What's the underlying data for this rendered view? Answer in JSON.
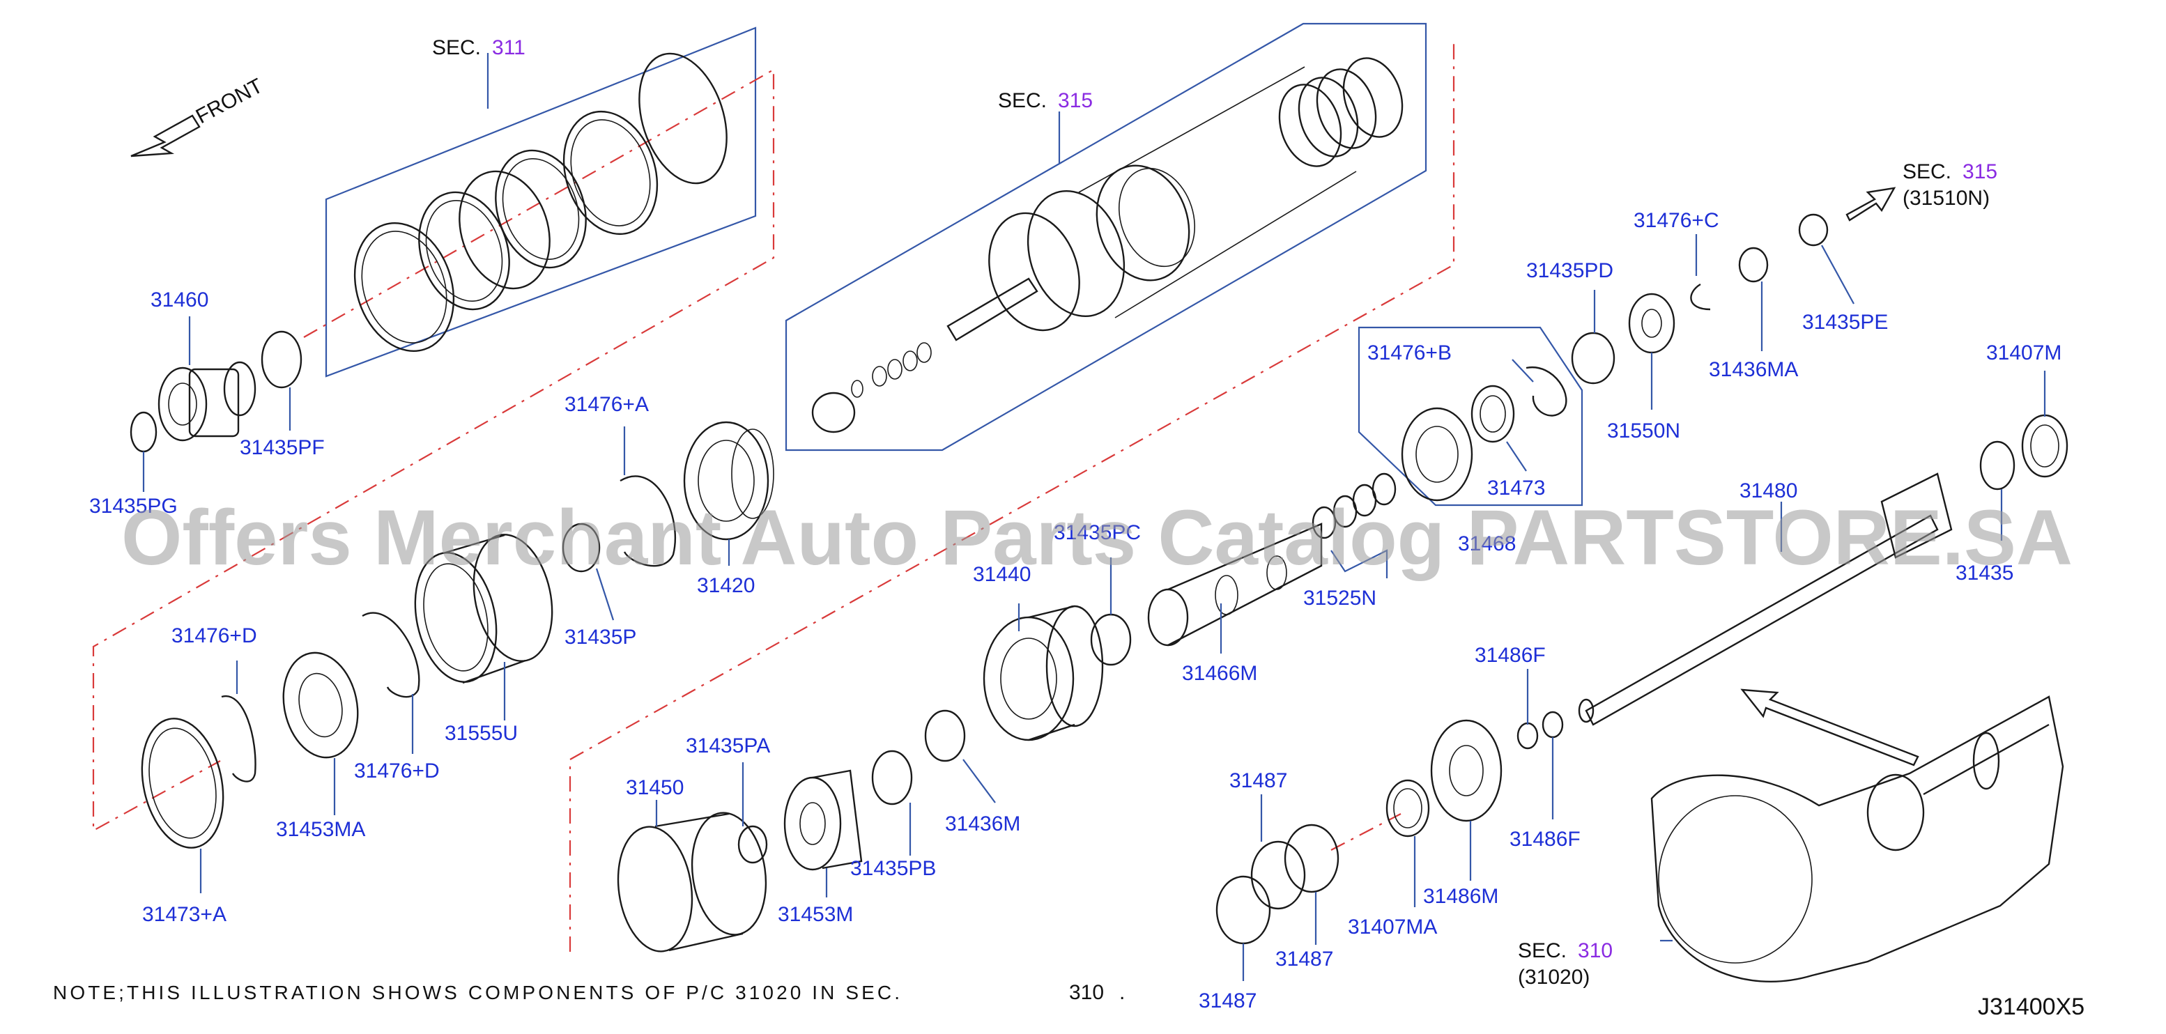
{
  "colors": {
    "label_blue": "#1d2fd6",
    "section_purple": "#8a2be2",
    "leader_blue": "#3457a8",
    "phantom_red": "#d93a3a",
    "drawing": "#1a1a1a",
    "watermark": "#9a9a9a"
  },
  "front_indicator": {
    "label": "FRONT",
    "icon": "front-arrow-icon"
  },
  "sections": [
    {
      "prefix": "SEC.",
      "number": "311",
      "sub": ""
    },
    {
      "prefix": "SEC.",
      "number": "315",
      "sub": ""
    },
    {
      "prefix": "SEC.",
      "number": "315",
      "sub": "(31510N)"
    },
    {
      "prefix": "SEC.",
      "number": "310",
      "sub": "(31020)"
    }
  ],
  "part_labels": [
    "31460",
    "31435PF",
    "31435PG",
    "31476+A",
    "31435P",
    "31420",
    "31555U",
    "31476+D",
    "31476+D",
    "31453MA",
    "31473+A",
    "31440",
    "31435PC",
    "31466M",
    "31435PA",
    "31450",
    "31453M",
    "31435PB",
    "31436M",
    "31476+B",
    "31473",
    "31468",
    "31525N",
    "31435PD",
    "31476+C",
    "31550N",
    "31436MA",
    "31435PE",
    "31407M",
    "31480",
    "31435",
    "31486F",
    "31486F",
    "31486M",
    "31407MA",
    "31487",
    "31487",
    "31487"
  ],
  "note": {
    "text": "NOTE;THIS ILLUSTRATION SHOWS COMPONENTS OF P/C 31020 IN SEC.",
    "section": "310",
    "suffix": "."
  },
  "drawing_code": "J31400X5",
  "watermark": "Offers Merchant Auto Parts Catalog PARTSTORE.SA"
}
